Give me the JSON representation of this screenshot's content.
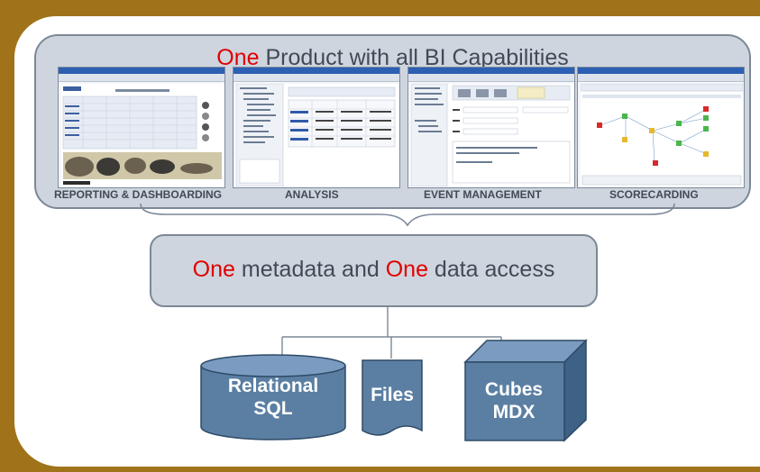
{
  "headline": {
    "accent": "One",
    "rest": " Product with all BI Capabilities"
  },
  "capabilities": [
    {
      "label": "REPORTING & DASHBOARDING"
    },
    {
      "label": "ANALYSIS"
    },
    {
      "label": "EVENT MANAGEMENT"
    },
    {
      "label": "SCORECARDING"
    }
  ],
  "metadata": {
    "accent1": "One",
    "text1": " metadata and ",
    "accent2": "One",
    "text2": " data access"
  },
  "sources": [
    {
      "line1": "Relational",
      "line2": "SQL",
      "shape": "cylinder"
    },
    {
      "line1": "Files",
      "line2": "",
      "shape": "document"
    },
    {
      "line1": "Cubes",
      "line2": "MDX",
      "shape": "cube"
    }
  ],
  "colors": {
    "frame": "#a0731b",
    "panel": "#cfd5de",
    "accent": "#e00000",
    "shape_fill": "#5b7fa3"
  }
}
